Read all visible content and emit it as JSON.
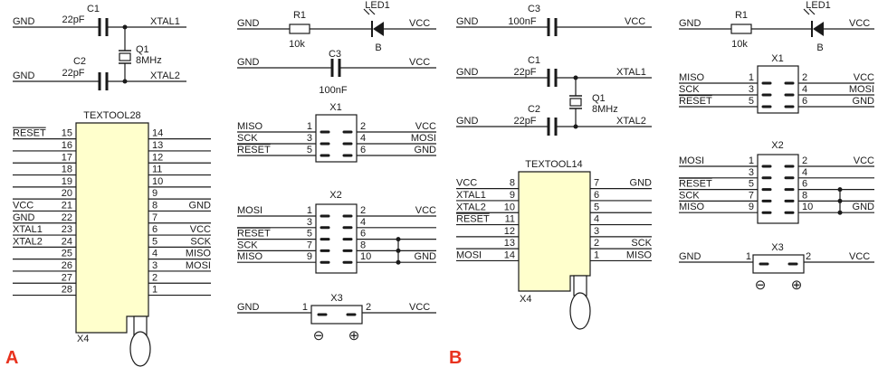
{
  "panel_a": {
    "label": "A",
    "c1": {
      "ref": "C1",
      "value": "22pF",
      "left": "GND",
      "right": "XTAL1"
    },
    "c2": {
      "ref": "C2",
      "value": "22pF",
      "left": "GND",
      "right": "XTAL2"
    },
    "q1": {
      "ref": "Q1",
      "value": "8MHz"
    },
    "ic": {
      "name": "TEXTOOL28",
      "foot": "X4",
      "left_pins": [
        {
          "num": "15",
          "net": "RESET"
        },
        {
          "num": "16",
          "net": ""
        },
        {
          "num": "17",
          "net": ""
        },
        {
          "num": "18",
          "net": ""
        },
        {
          "num": "19",
          "net": ""
        },
        {
          "num": "20",
          "net": ""
        },
        {
          "num": "21",
          "net": "VCC"
        },
        {
          "num": "22",
          "net": "GND"
        },
        {
          "num": "23",
          "net": "XTAL1"
        },
        {
          "num": "24",
          "net": "XTAL2"
        },
        {
          "num": "25",
          "net": ""
        },
        {
          "num": "26",
          "net": ""
        },
        {
          "num": "27",
          "net": ""
        },
        {
          "num": "28",
          "net": ""
        }
      ],
      "right_pins": [
        {
          "num": "14",
          "net": ""
        },
        {
          "num": "13",
          "net": ""
        },
        {
          "num": "12",
          "net": ""
        },
        {
          "num": "11",
          "net": ""
        },
        {
          "num": "10",
          "net": ""
        },
        {
          "num": "9",
          "net": ""
        },
        {
          "num": "8",
          "net": "GND"
        },
        {
          "num": "7",
          "net": ""
        },
        {
          "num": "6",
          "net": "VCC"
        },
        {
          "num": "5",
          "net": "SCK"
        },
        {
          "num": "4",
          "net": "MISO"
        },
        {
          "num": "3",
          "net": "MOSI"
        },
        {
          "num": "2",
          "net": ""
        },
        {
          "num": "1",
          "net": ""
        }
      ]
    },
    "r1": {
      "ref": "R1",
      "value": "10k",
      "left": "GND"
    },
    "led": {
      "ref": "LED1",
      "pin": "B",
      "right": "VCC"
    },
    "c3": {
      "ref": "C3",
      "value": "100nF",
      "left": "GND",
      "right": "VCC"
    },
    "x1": {
      "ref": "X1",
      "rows": [
        {
          "ln": "1",
          "lnet": "MISO",
          "rn": "2",
          "rnet": "VCC"
        },
        {
          "ln": "3",
          "lnet": "SCK",
          "rn": "4",
          "rnet": "MOSI"
        },
        {
          "ln": "5",
          "lnet": "RESET",
          "rn": "6",
          "rnet": "GND"
        }
      ]
    },
    "x2": {
      "ref": "X2",
      "rows": [
        {
          "ln": "1",
          "lnet": "MOSI",
          "rn": "2",
          "rnet": "VCC"
        },
        {
          "ln": "3",
          "lnet": "",
          "rn": "4",
          "rnet": ""
        },
        {
          "ln": "5",
          "lnet": "RESET",
          "rn": "6",
          "rnet": ""
        },
        {
          "ln": "7",
          "lnet": "SCK",
          "rn": "8",
          "rnet": ""
        },
        {
          "ln": "9",
          "lnet": "MISO",
          "rn": "10",
          "rnet": "GND"
        }
      ]
    },
    "x3": {
      "ref": "X3",
      "lnum": "1",
      "rnum": "2",
      "lnet": "GND",
      "rnet": "VCC",
      "minus": "⊖",
      "plus": "⊕"
    }
  },
  "panel_b": {
    "label": "B",
    "c3": {
      "ref": "C3",
      "value": "100nF",
      "left": "GND",
      "right": "VCC"
    },
    "c1": {
      "ref": "C1",
      "value": "22pF",
      "left": "GND",
      "right": "XTAL1"
    },
    "c2": {
      "ref": "C2",
      "value": "22pF",
      "left": "GND",
      "right": "XTAL2"
    },
    "q1": {
      "ref": "Q1",
      "value": "8MHz"
    },
    "ic": {
      "name": "TEXTOOL14",
      "foot": "X4",
      "left_pins": [
        {
          "num": "8",
          "net": "VCC"
        },
        {
          "num": "9",
          "net": "XTAL1"
        },
        {
          "num": "10",
          "net": "XTAL2"
        },
        {
          "num": "11",
          "net": "RESET"
        },
        {
          "num": "12",
          "net": ""
        },
        {
          "num": "13",
          "net": ""
        },
        {
          "num": "14",
          "net": "MOSI"
        }
      ],
      "right_pins": [
        {
          "num": "7",
          "net": "GND"
        },
        {
          "num": "6",
          "net": ""
        },
        {
          "num": "5",
          "net": ""
        },
        {
          "num": "4",
          "net": ""
        },
        {
          "num": "3",
          "net": ""
        },
        {
          "num": "2",
          "net": "SCK"
        },
        {
          "num": "1",
          "net": "MISO"
        }
      ]
    },
    "r1": {
      "ref": "R1",
      "value": "10k",
      "left": "GND"
    },
    "led": {
      "ref": "LED1",
      "pin": "B",
      "right": "VCC"
    },
    "x1": {
      "ref": "X1",
      "rows": [
        {
          "ln": "1",
          "lnet": "MISO",
          "rn": "2",
          "rnet": "VCC"
        },
        {
          "ln": "3",
          "lnet": "SCK",
          "rn": "4",
          "rnet": "MOSI"
        },
        {
          "ln": "5",
          "lnet": "RESET",
          "rn": "6",
          "rnet": "GND"
        }
      ]
    },
    "x2": {
      "ref": "X2",
      "rows": [
        {
          "ln": "1",
          "lnet": "MOSI",
          "rn": "2",
          "rnet": "VCC"
        },
        {
          "ln": "3",
          "lnet": "",
          "rn": "4",
          "rnet": ""
        },
        {
          "ln": "5",
          "lnet": "RESET",
          "rn": "6",
          "rnet": ""
        },
        {
          "ln": "7",
          "lnet": "SCK",
          "rn": "8",
          "rnet": ""
        },
        {
          "ln": "9",
          "lnet": "MISO",
          "rn": "10",
          "rnet": "GND"
        }
      ]
    },
    "x3": {
      "ref": "X3",
      "lnum": "1",
      "rnum": "2",
      "lnet": "GND",
      "rnet": "VCC",
      "minus": "⊖",
      "plus": "⊕"
    }
  }
}
